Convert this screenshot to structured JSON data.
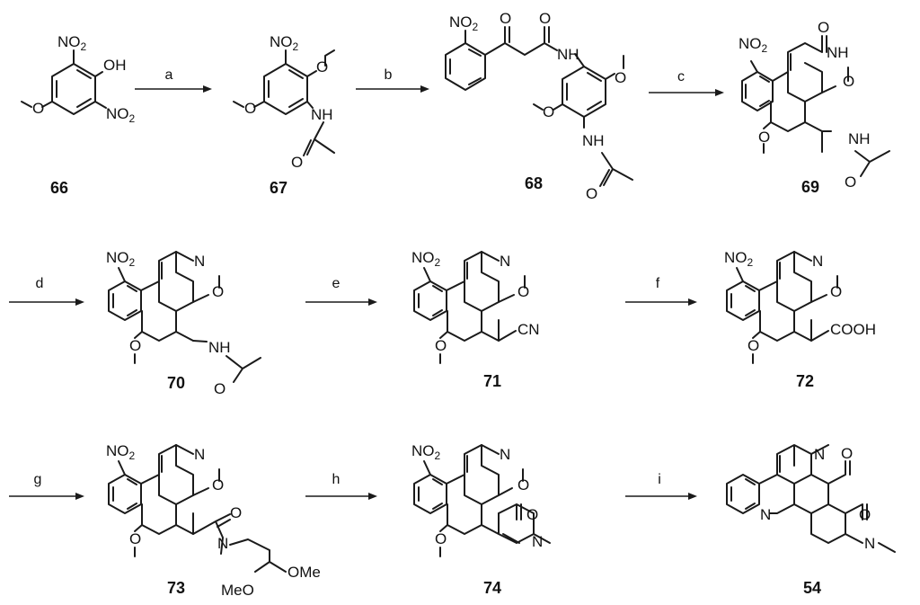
{
  "steps": [
    "a",
    "b",
    "c",
    "d",
    "e",
    "f",
    "g",
    "h",
    "i"
  ],
  "compounds": [
    "66",
    "67",
    "68",
    "69",
    "70",
    "71",
    "72",
    "73",
    "74",
    "54"
  ],
  "atoms": {
    "no2": "NO",
    "no2_sub": "2",
    "oh": "OH",
    "nh": "NH",
    "n": "N",
    "o": "O",
    "cn": "CN",
    "cooh": "COOH",
    "meo": "MeO",
    "ome": "OMe"
  }
}
